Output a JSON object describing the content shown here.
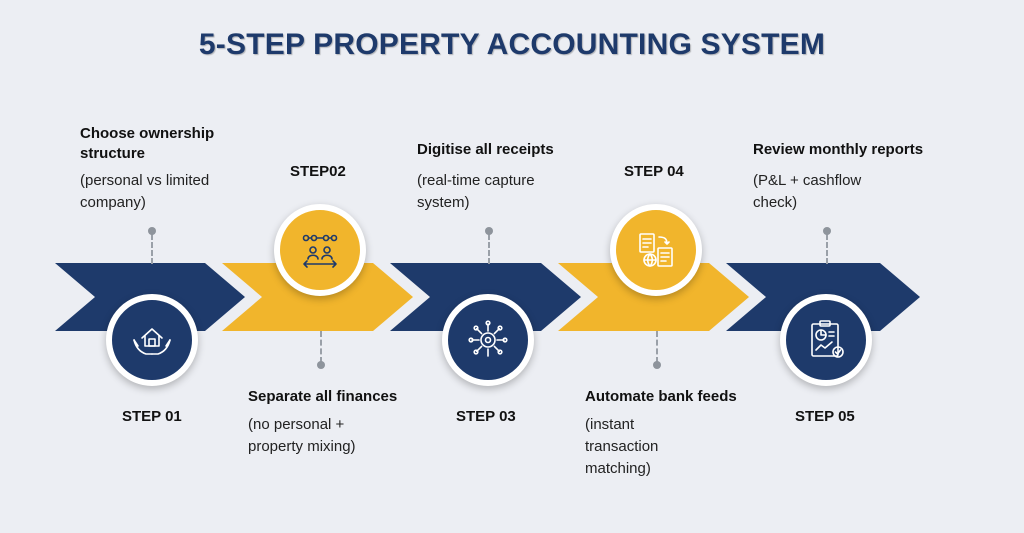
{
  "title": "5-STEP PROPERTY ACCOUNTING SYSTEM",
  "colors": {
    "navy": "#1e3a6b",
    "gold": "#f1b52c",
    "background": "#eceef3"
  },
  "steps": [
    {
      "label": "STEP 01",
      "heading": "Choose ownership structure",
      "description": "(personal vs limited company)",
      "icon": "house-in-hands-icon",
      "color": "navy"
    },
    {
      "label": "STEP02",
      "heading": "Separate all finances",
      "description": "(no personal + property mixing)",
      "icon": "split-people-icon",
      "color": "gold"
    },
    {
      "label": "STEP 03",
      "heading": "Digitise all receipts",
      "description": "(real-time capture system)",
      "icon": "digital-gear-icon",
      "color": "navy"
    },
    {
      "label": "STEP 04",
      "heading": "Automate bank feeds",
      "description": "(instant transaction matching)",
      "icon": "document-sync-icon",
      "color": "gold"
    },
    {
      "label": "STEP 05",
      "heading": "Review monthly reports",
      "description": "(P&L + cashflow check)",
      "icon": "report-chart-icon",
      "color": "navy"
    }
  ]
}
